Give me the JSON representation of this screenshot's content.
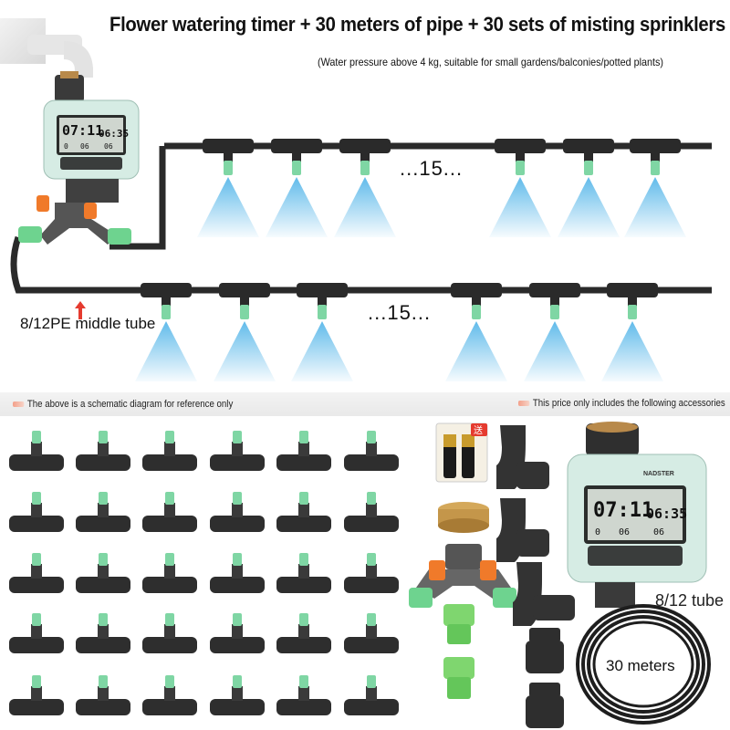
{
  "header": {
    "title": "Flower watering timer + 30 meters of pipe + 30 sets of misting sprinklers",
    "subtitle": "(Water pressure above 4 kg, suitable for small gardens/balconies/potted plants)"
  },
  "schematic": {
    "count_top": "...15...",
    "count_bottom": "...15...",
    "tube_label": "8/12PE middle tube"
  },
  "timer_display": {
    "time_left": "07:11",
    "time_right": "06:35",
    "small_left": "0",
    "small_mid": "06",
    "small_right": "06"
  },
  "timer_brand": "NADSTER",
  "notes": {
    "left": "The above is a schematic diagram for reference only",
    "right": "This price only includes the following accessories"
  },
  "accessories": {
    "tube_size": "8/12 tube",
    "tube_length": "30 meters",
    "battery_badge": "送"
  },
  "colors": {
    "pipe": "#2a2a2a",
    "nozzle": "#7fd6a4",
    "mist": "#4fb3e8",
    "timer_body": "#d6ece4",
    "valve_orange": "#f07a2a"
  }
}
